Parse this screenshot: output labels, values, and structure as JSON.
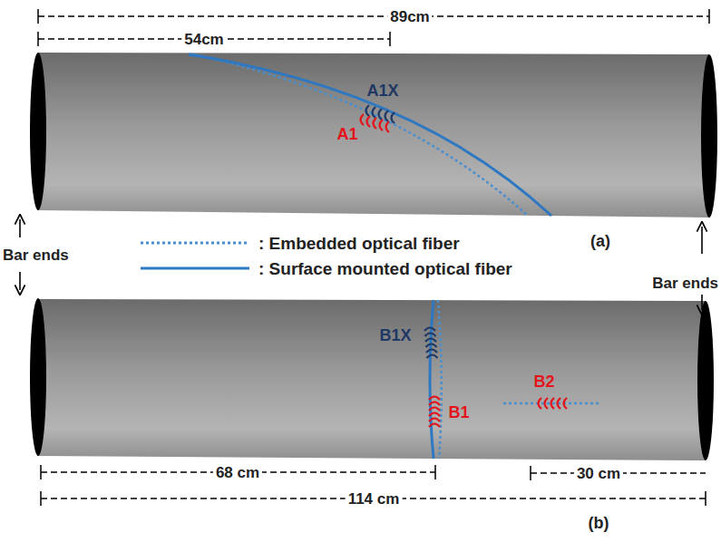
{
  "diagram": {
    "labels": [
      "89cm",
      "54cm",
      "A1X",
      "A1",
      "(a)",
      "Bar ends",
      "Bar ends",
      "B1X",
      "B1",
      "B2",
      "68 cm",
      "30 cm",
      "114 cm",
      "(b)"
    ],
    "legend": [
      {
        "text": ": Embedded optical fiber"
      },
      {
        "text": ": Surface mounted optical fiber"
      }
    ]
  }
}
